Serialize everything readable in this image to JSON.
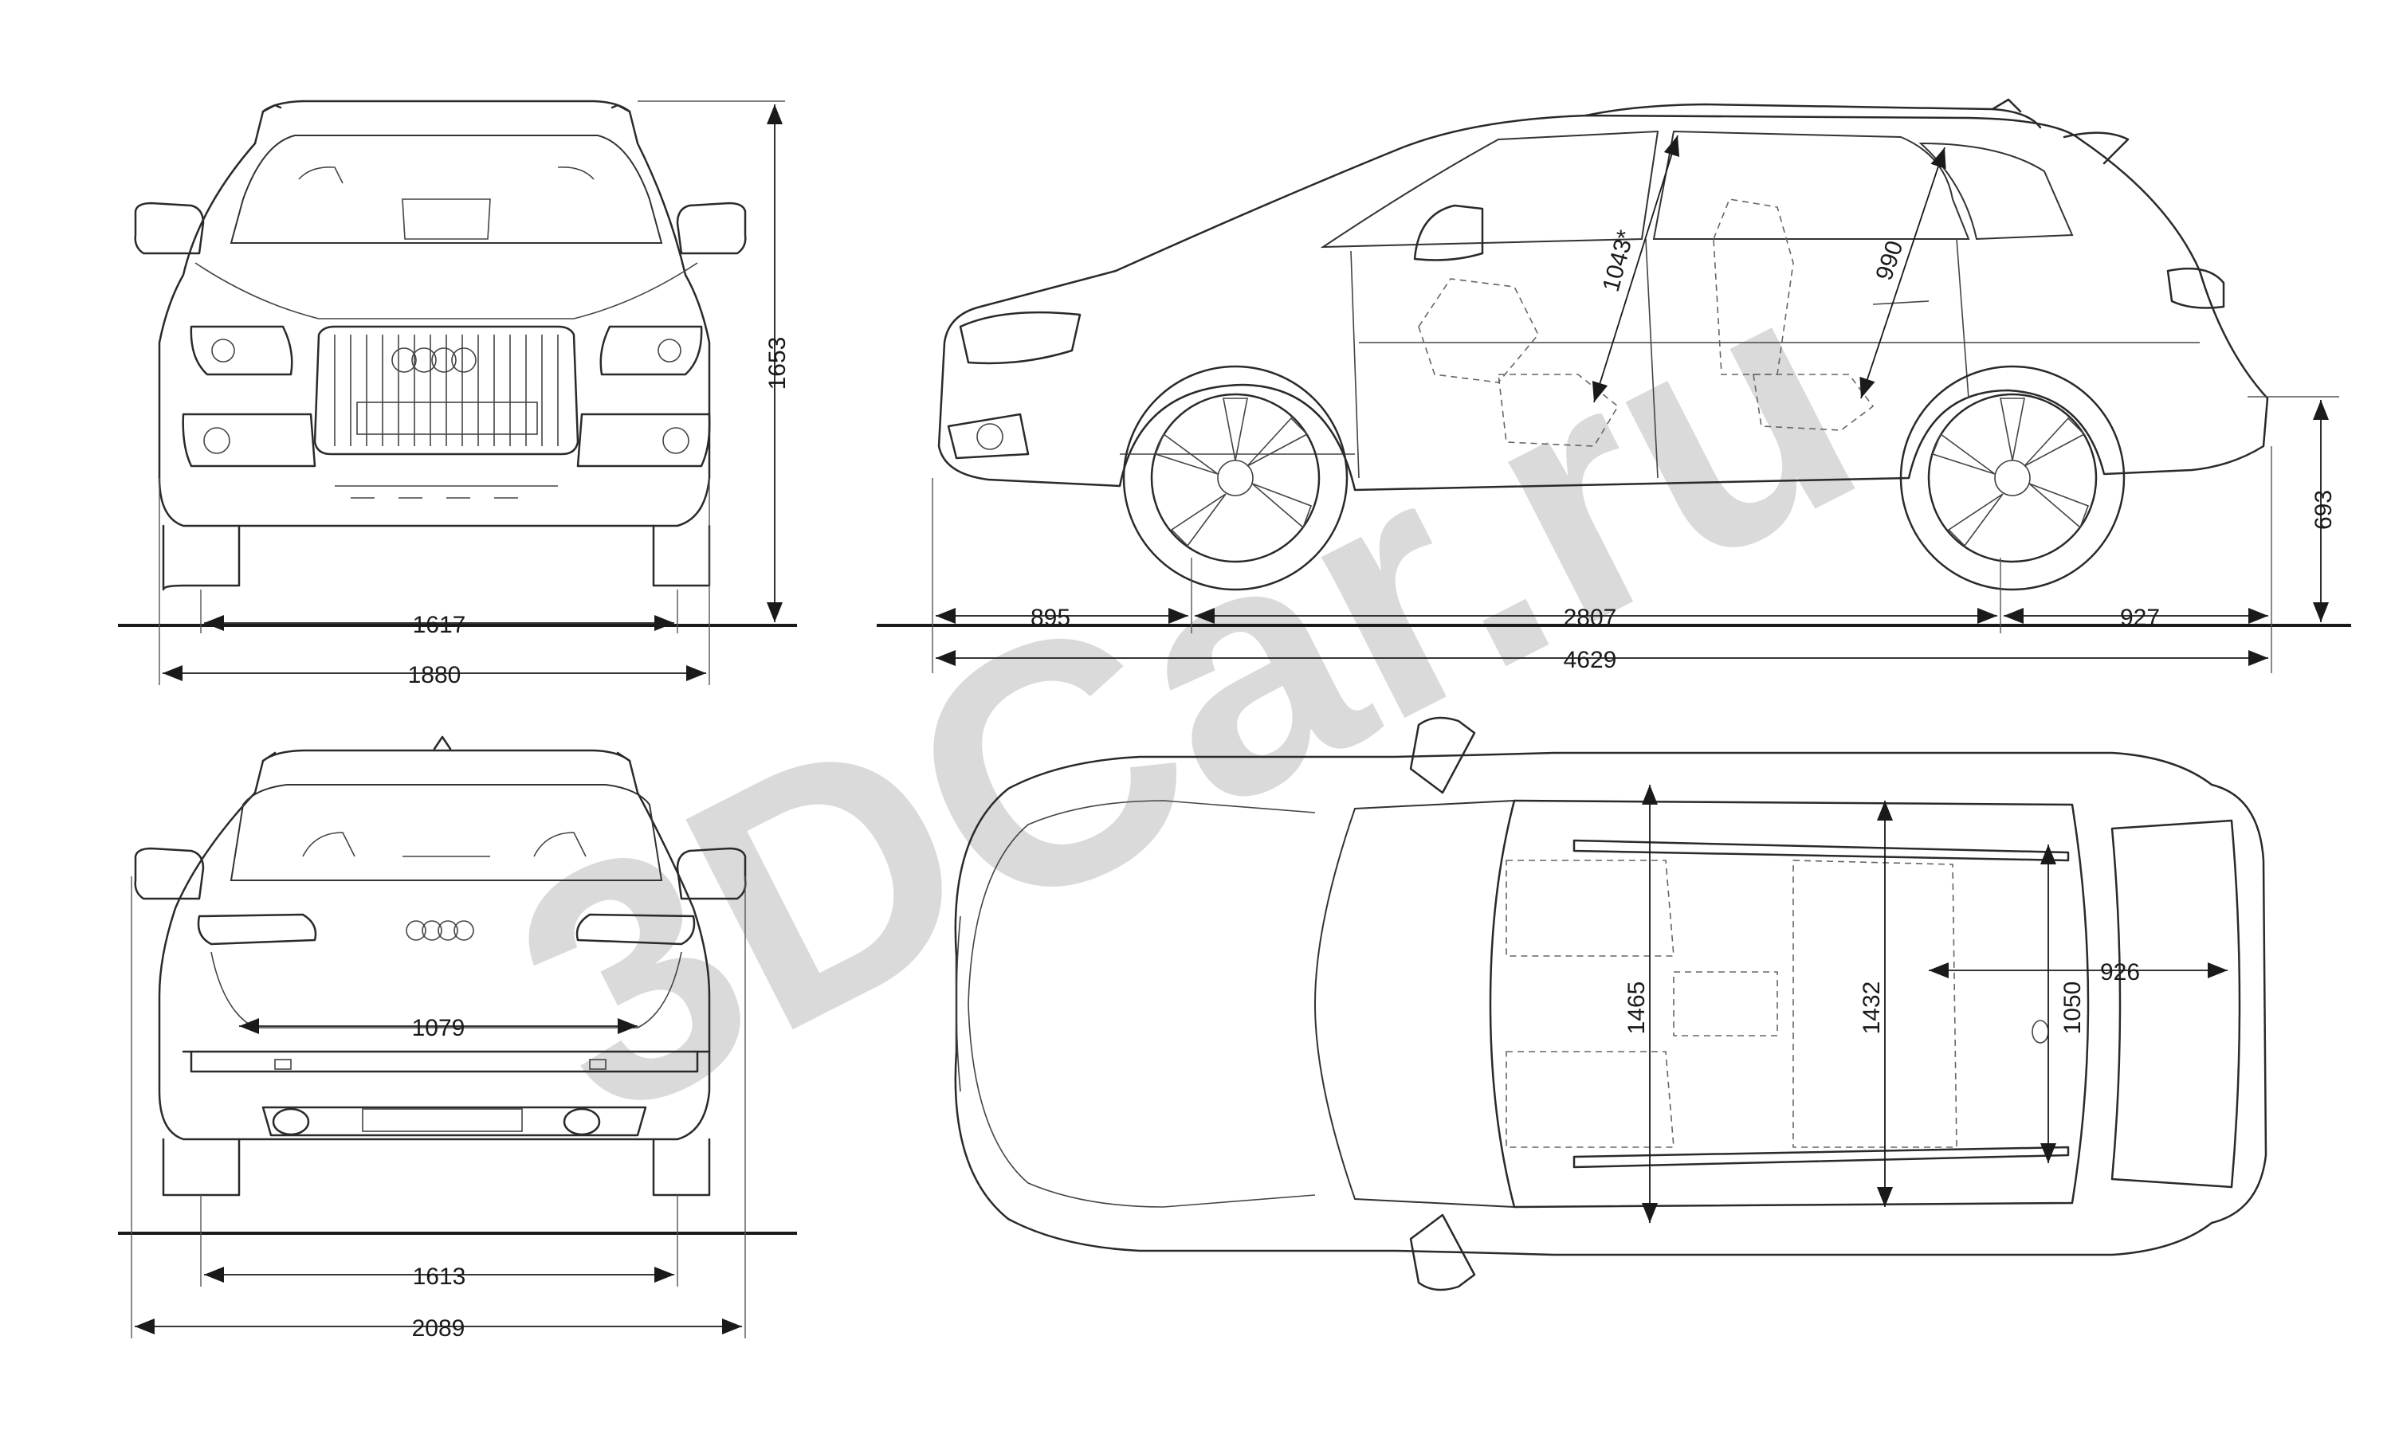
{
  "watermark": "3DCar.ru",
  "dimensions": {
    "front_track": "1617",
    "front_width": "1880",
    "height": "1653",
    "front_overhang": "895",
    "wheelbase": "2807",
    "rear_overhang": "927",
    "length": "4629",
    "ground_to_rear": "693",
    "headroom_front": "1043*",
    "headroom_rear": "990",
    "rear_track": "1613",
    "mirror_width": "2089",
    "tailgate_width": "1079",
    "cabin_width_front": "1465",
    "cabin_width_rear": "1432",
    "cargo_width": "1050",
    "cargo_length": "926"
  },
  "colors": {
    "line": "#2a2a2a",
    "watermark": "#d4d4d4",
    "background": "#ffffff"
  }
}
